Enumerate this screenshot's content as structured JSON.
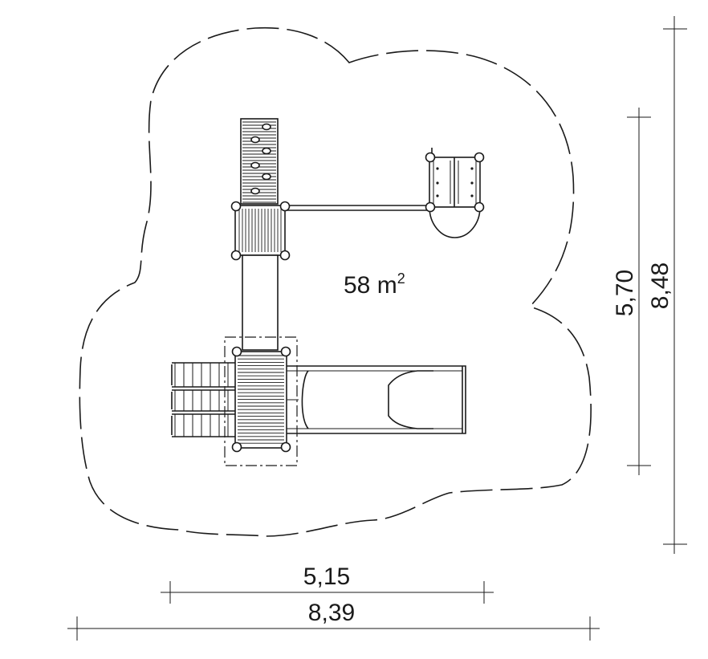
{
  "area_label": {
    "value": "58 m",
    "superscript": "2"
  },
  "dimensions": {
    "inner_width": "5,15",
    "outer_width": "8,39",
    "inner_height": "5,70",
    "outer_height": "8,48"
  }
}
